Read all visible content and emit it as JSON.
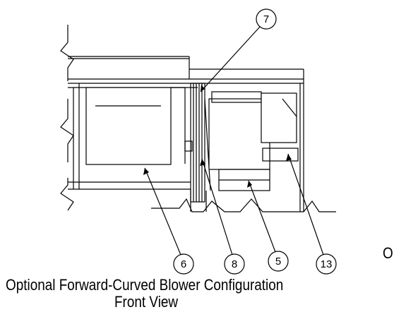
{
  "figure": {
    "caption_line1": "Optional Forward-Curved Blower Configuration",
    "caption_line2": "Front View",
    "edge_text": "O"
  },
  "callouts": [
    {
      "id": "7",
      "label": "7"
    },
    {
      "id": "6",
      "label": "6"
    },
    {
      "id": "8",
      "label": "8"
    },
    {
      "id": "5",
      "label": "5"
    },
    {
      "id": "13",
      "label": "13"
    }
  ]
}
